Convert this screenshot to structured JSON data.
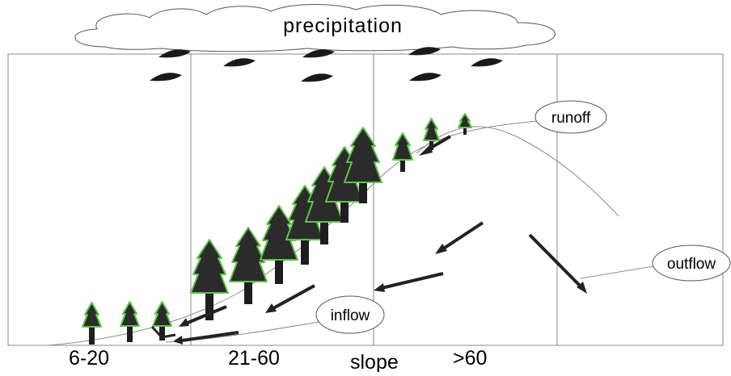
{
  "diagram": {
    "cloud_label": "precipitation",
    "labels": {
      "runoff": "runoff",
      "outflow": "outflow",
      "inflow": "inflow"
    },
    "axis": {
      "title": "slope",
      "categories": [
        "6-20",
        "21-60",
        ">60"
      ]
    },
    "colors": {
      "tree_fill": "#2b2b2b",
      "tree_outline": "#5fc24a",
      "trunk": "#1e1e1e",
      "arrow": "#222222",
      "line": "#8c8c8c",
      "raindrop": "#1a1a1a"
    }
  }
}
